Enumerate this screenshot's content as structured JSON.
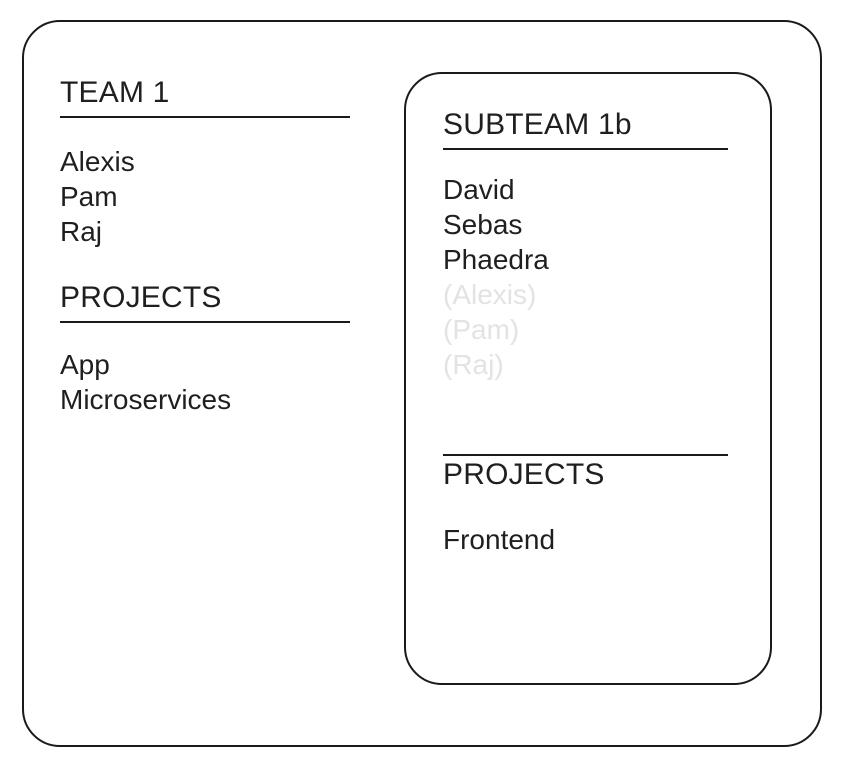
{
  "diagram": {
    "title": "Team and subteam membership diagram",
    "stroke_color": "#1a1a1a",
    "text_color": "#1f1f1f",
    "inherited_text_color": "#e3e3e3",
    "background_color": "#ffffff"
  },
  "team": {
    "heading": "TEAM 1",
    "members_heading_rule": "underline",
    "members": [
      {
        "name": "Alexis",
        "inherited": false
      },
      {
        "name": "Pam",
        "inherited": false
      },
      {
        "name": "Raj",
        "inherited": false
      }
    ],
    "projects_heading": "PROJECTS",
    "projects_heading_rule": "underline",
    "projects": [
      {
        "name": "App"
      },
      {
        "name": "Microservices"
      }
    ]
  },
  "subteam": {
    "heading": "SUBTEAM 1b",
    "members_heading_rule": "underline",
    "members": [
      {
        "name": "David",
        "inherited": false
      },
      {
        "name": "Sebas",
        "inherited": false
      },
      {
        "name": "Phaedra",
        "inherited": false
      },
      {
        "name": "(Alexis)",
        "inherited": true
      },
      {
        "name": "(Pam)",
        "inherited": true
      },
      {
        "name": "(Raj)",
        "inherited": true
      }
    ],
    "projects_heading": "PROJECTS",
    "projects_heading_rule": "overline",
    "projects": [
      {
        "name": "Frontend"
      }
    ]
  }
}
